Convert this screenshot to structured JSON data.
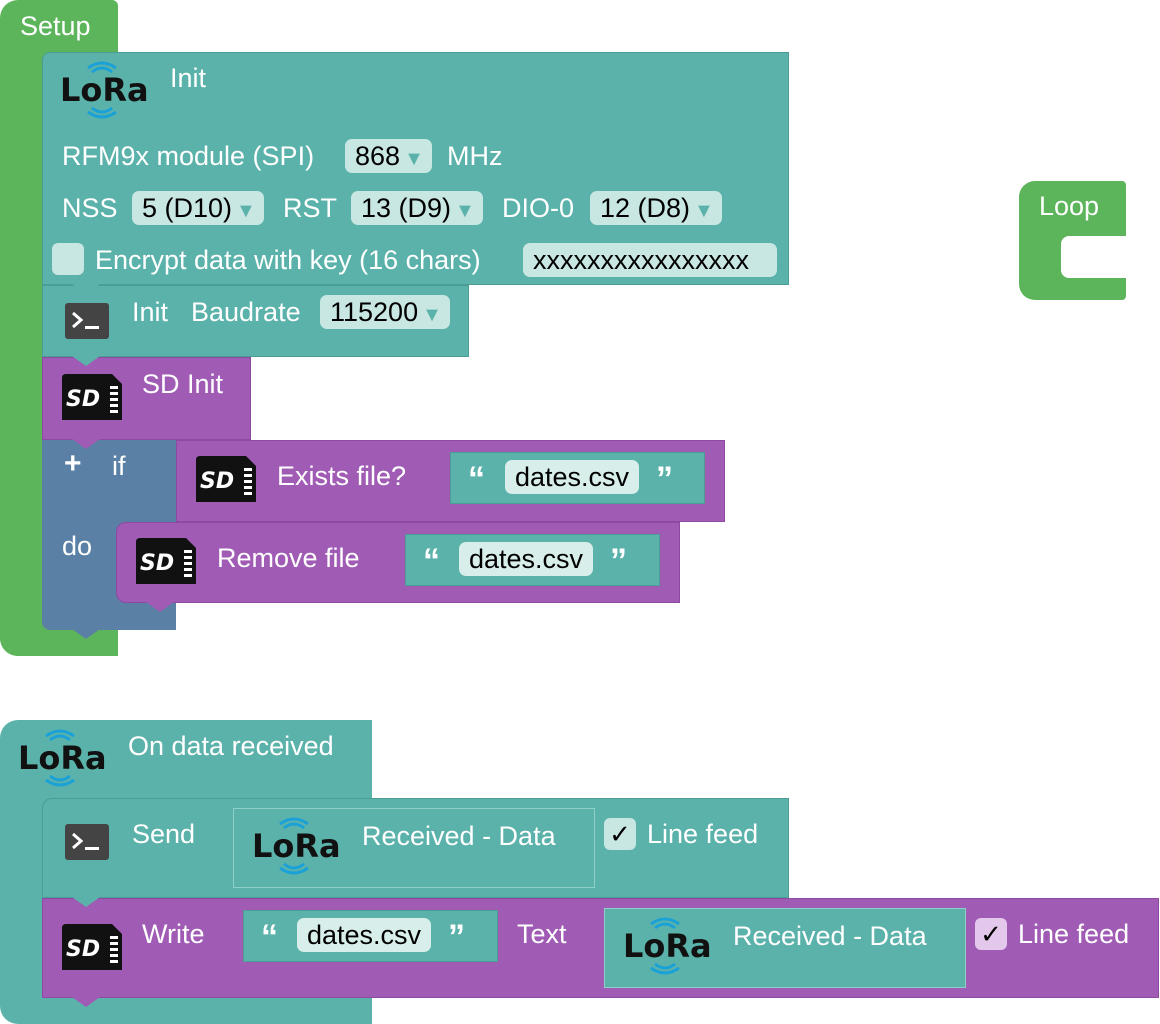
{
  "setup": {
    "label": "Setup",
    "lora_init": {
      "title": "Init",
      "module_label": "RFM9x module (SPI)",
      "frequency": "868",
      "frequency_unit": "MHz",
      "nss_label": "NSS",
      "nss_value": "5 (D10)",
      "rst_label": "RST",
      "rst_value": "13 (D9)",
      "dio_label": "DIO-0",
      "dio_value": "12 (D8)",
      "encrypt_label": "Encrypt data with key (16 chars)",
      "encrypt_checked": false,
      "key_value": "xxxxxxxxxxxxxxxx"
    },
    "serial_init": {
      "title": "Init",
      "baud_label": "Baudrate",
      "baud_value": "115200"
    },
    "sd_init": {
      "title": "SD Init"
    },
    "if_block": {
      "plus": "+",
      "if_label": "if",
      "do_label": "do",
      "exists_label": "Exists file?",
      "exists_file": "dates.csv",
      "remove_label": "Remove file",
      "remove_file": "dates.csv"
    }
  },
  "loop": {
    "label": "Loop"
  },
  "on_receive": {
    "title": "On data received",
    "send": {
      "label": "Send",
      "data_label": "Received - Data",
      "linefeed_label": "Line feed",
      "linefeed_checked": true,
      "check_mark": "✓"
    },
    "write": {
      "label": "Write",
      "file": "dates.csv",
      "text_label": "Text",
      "data_label": "Received - Data",
      "linefeed_label": "Line feed",
      "linefeed_checked": true,
      "check_mark": "✓"
    }
  },
  "quotes": {
    "open": "“",
    "close": "”"
  },
  "icons": {
    "lora": "lora-logo-icon",
    "terminal": "terminal-icon",
    "sd": "sd-card-icon"
  },
  "colors": {
    "setup_green": "#5cb55b",
    "lora_teal": "#5bb2aa",
    "sd_purple": "#a05bb5",
    "logic_blue": "#5b80a5"
  }
}
